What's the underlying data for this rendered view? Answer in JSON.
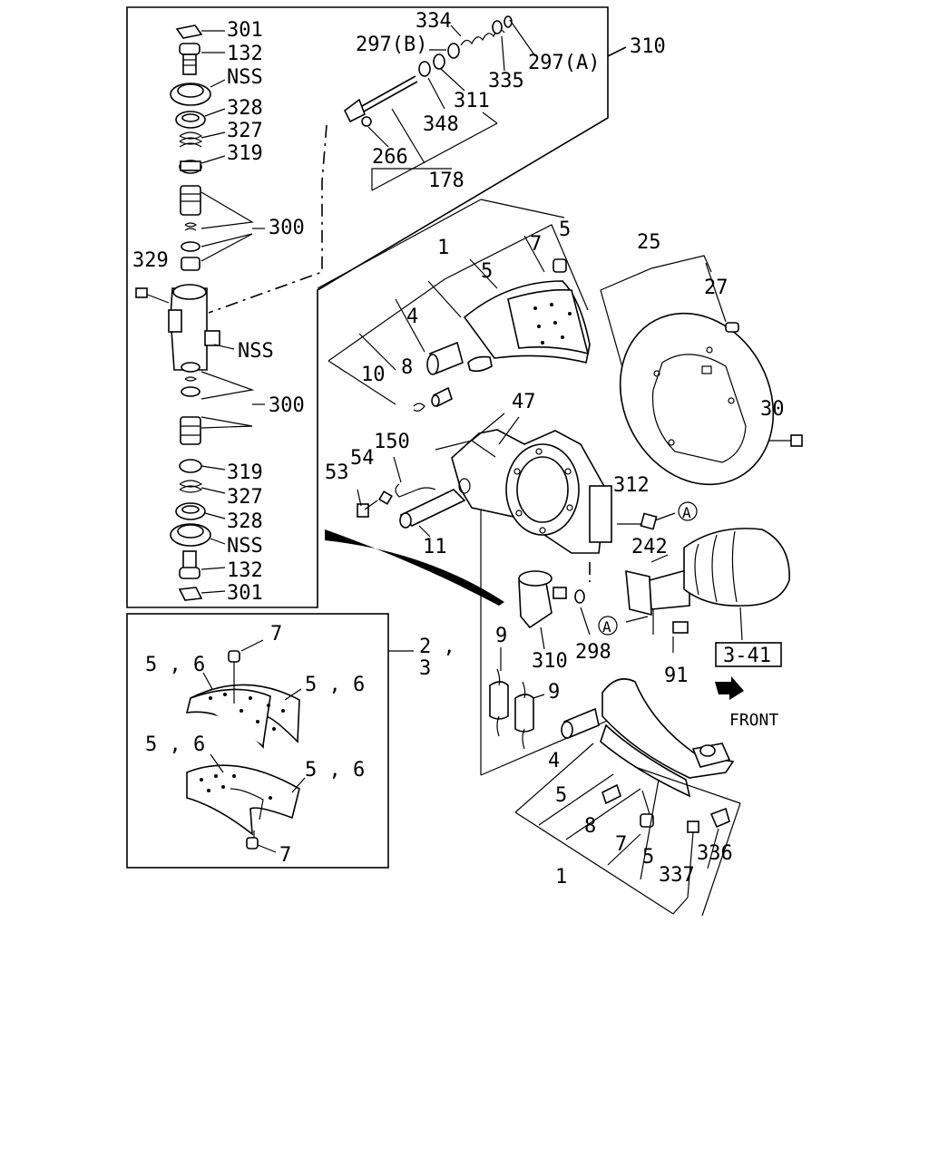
{
  "labels": {
    "l301_top": "301",
    "l132_top": "132",
    "lnss_top": "NSS",
    "l328_top": "328",
    "l327_top": "327",
    "l319_top": "319",
    "l300_top": "300",
    "l329": "329",
    "lnss_mid": "NSS",
    "l300_bot": "300",
    "l319_bot": "319",
    "l327_bot": "327",
    "l328_bot": "328",
    "lnss_bot": "NSS",
    "l132_bot": "132",
    "l301_bot": "301",
    "l334": "334",
    "l297b": "297(B)",
    "l297a": "297(A)",
    "l310_top": "310",
    "l335": "335",
    "l311": "311",
    "l348": "348",
    "l266": "266",
    "l178": "178",
    "l1_top": "1",
    "l7_top": "7",
    "l5_top_a": "5",
    "l5_top_b": "5",
    "l4_top": "4",
    "l8_top": "8",
    "l10": "10",
    "l25": "25",
    "l27": "27",
    "l30": "30",
    "l47": "47",
    "l150": "150",
    "l54": "54",
    "l53": "53",
    "l11": "11",
    "l312": "312",
    "lA_1": "A",
    "l242": "242",
    "lA_2": "A",
    "l91": "91",
    "lref": "3-41",
    "lfront": "FRONT",
    "l298": "298",
    "l310_mid": "310",
    "l9_a": "9",
    "l9_b": "9",
    "l4_bot": "4",
    "l5_bot_a": "5",
    "l8_bot": "8",
    "l7_bot": "7",
    "l5_bot_b": "5",
    "l1_bot": "1",
    "l337": "337",
    "l336": "336",
    "l7_inset_top": "7",
    "l2_3": "2 ,\n3",
    "l2_3a": "2 ,",
    "l2_3b": "3",
    "l56_a": "5 , 6",
    "l56_b": "5 , 6",
    "l56_c": "5 , 6",
    "l56_d": "5 , 6",
    "l7_inset_bot": "7"
  }
}
